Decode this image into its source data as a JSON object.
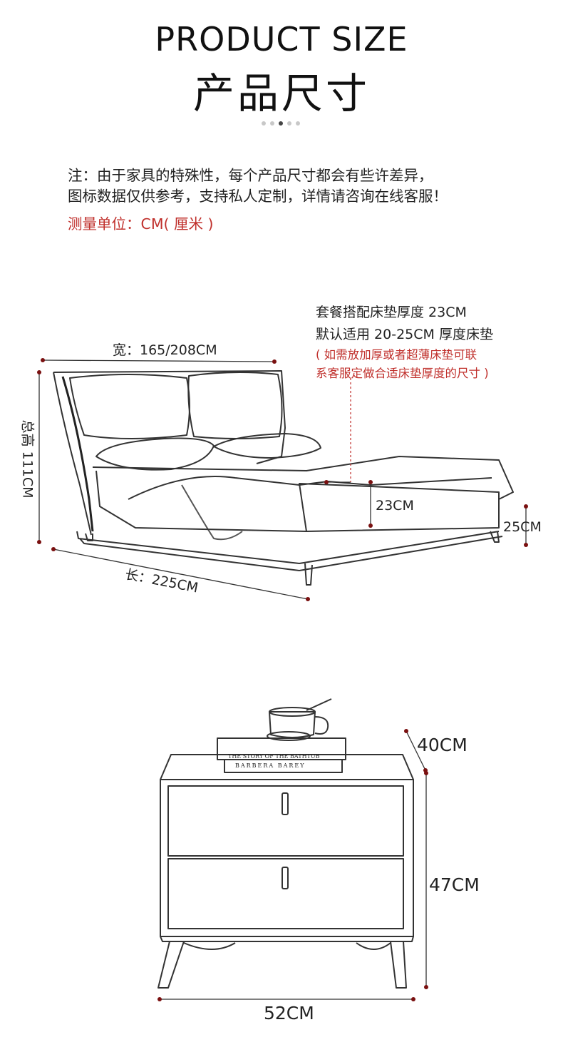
{
  "header": {
    "title_en": "PRODUCT SIZE",
    "title_cn": "产品尺寸",
    "pager_dots": 5,
    "pager_active": 2
  },
  "notes": {
    "line1": "注：由于家具的特殊性，每个产品尺寸都会有些许差异，",
    "line2": "图标数据仅供参考，支持私人定制，详情请咨询在线客服！",
    "unit": "测量单位：CM( 厘米 )"
  },
  "bed": {
    "mattress_line1": "套餐搭配床垫厚度 23CM",
    "mattress_line2": "默认适用 20-25CM 厚度床垫",
    "red_line1": "( 如需放加厚或者超薄床垫可联",
    "red_line2": "系客服定做合适床垫厚度的尺寸 )",
    "width": "宽：165/208CM",
    "height": "总高 111CM",
    "length": "长：225CM",
    "mattress_dim": "23CM",
    "leg_dim": "25CM"
  },
  "nightstand": {
    "top_dim": "40CM",
    "height_dim": "47CM",
    "width_dim": "52CM",
    "book1": "THE STORY OF THE BATHTUB",
    "book2": "BARBERA BAREY"
  },
  "colors": {
    "accent_red": "#c0302c",
    "marker": "#7a1010",
    "line": "#333333"
  }
}
